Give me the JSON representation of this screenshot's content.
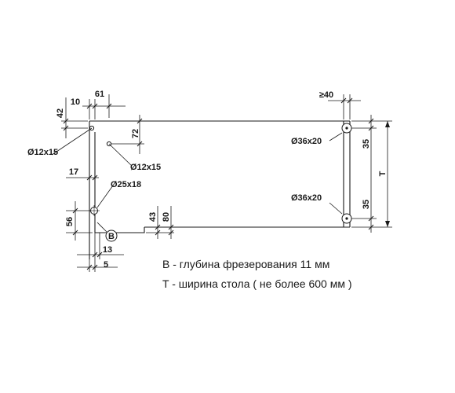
{
  "dimensions": {
    "d42": "42",
    "d10": "10",
    "d61": "61",
    "hole_top_left": "Ø12x15",
    "d72": "72",
    "hole_inner": "Ø12x15",
    "d17": "17",
    "hole_large": "Ø25x18",
    "d56": "56",
    "d43": "43",
    "d80": "80",
    "label_b": "B",
    "d13": "13",
    "d5": "5",
    "d40": "≥40",
    "hole_right_top": "Ø36x20",
    "hole_right_bottom": "Ø36x20",
    "d35_top": "35",
    "d35_bottom": "35",
    "width_t": "T"
  },
  "legend": {
    "b_line": "B - глубина фрезерования 11 мм",
    "t_line": "T - ширина стола ( не более 600 мм )"
  }
}
